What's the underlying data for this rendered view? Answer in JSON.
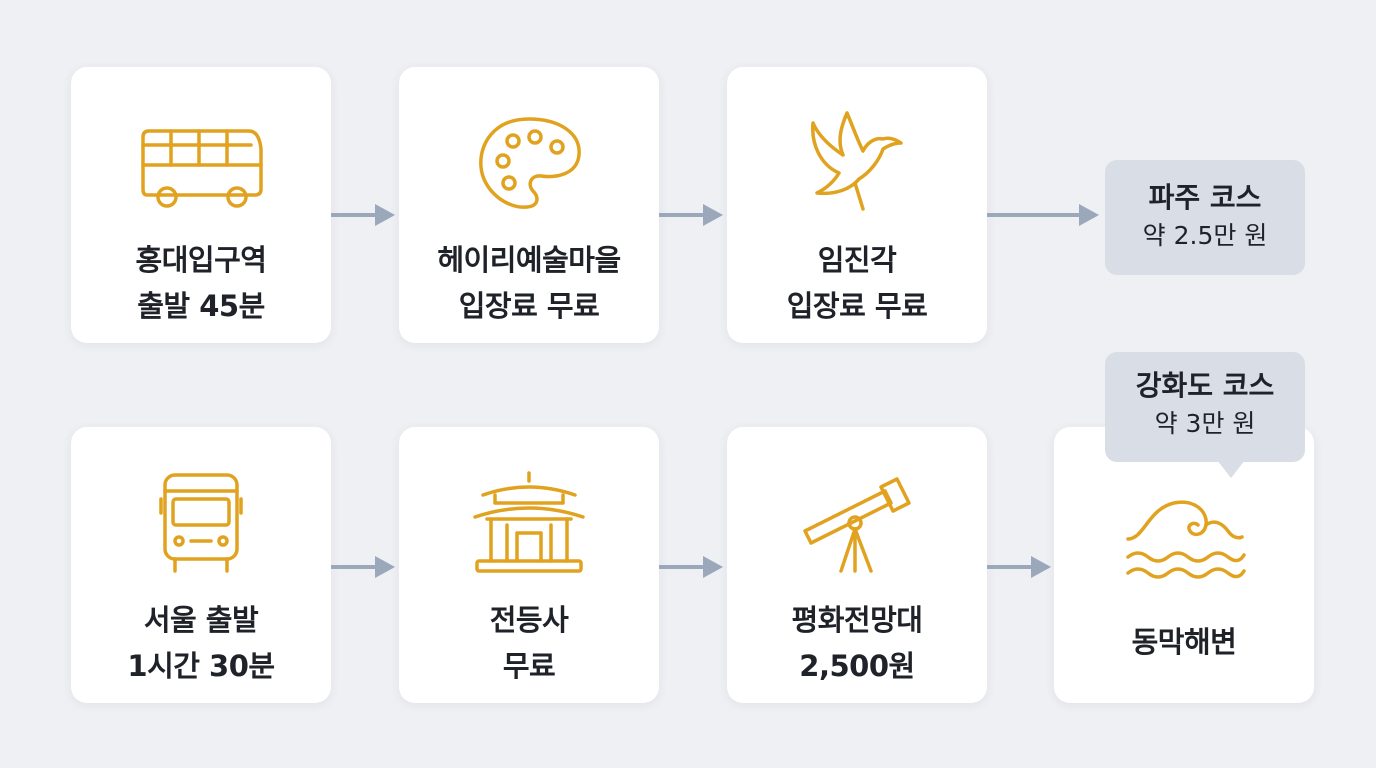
{
  "colors": {
    "background": "#eef0f4",
    "card": "#ffffff",
    "icon": "#e0a21f",
    "arrow": "#9ba7ba",
    "bubble": "#d9dde6",
    "text": "#1f2229"
  },
  "rows": [
    {
      "steps": [
        {
          "icon": "bus-side-icon",
          "line1": "홍대입구역",
          "line2": "출발 45분"
        },
        {
          "icon": "palette-icon",
          "line1": "헤이리예술마을",
          "line2": "입장료 무료"
        },
        {
          "icon": "dove-icon",
          "line1": "임진각",
          "line2": "입장료 무료"
        }
      ],
      "course": {
        "title": "파주 코스",
        "price": "약 2.5만 원"
      }
    },
    {
      "steps": [
        {
          "icon": "bus-front-icon",
          "line1": "서울 출발",
          "line2": "1시간 30분"
        },
        {
          "icon": "temple-icon",
          "line1": "전등사",
          "line2": "무료"
        },
        {
          "icon": "telescope-icon",
          "line1": "평화전망대",
          "line2": "2,500원"
        },
        {
          "icon": "wave-icon",
          "line1": "동막해변",
          "line2": ""
        }
      ],
      "course": {
        "title": "강화도 코스",
        "price": "약 3만 원"
      }
    }
  ]
}
